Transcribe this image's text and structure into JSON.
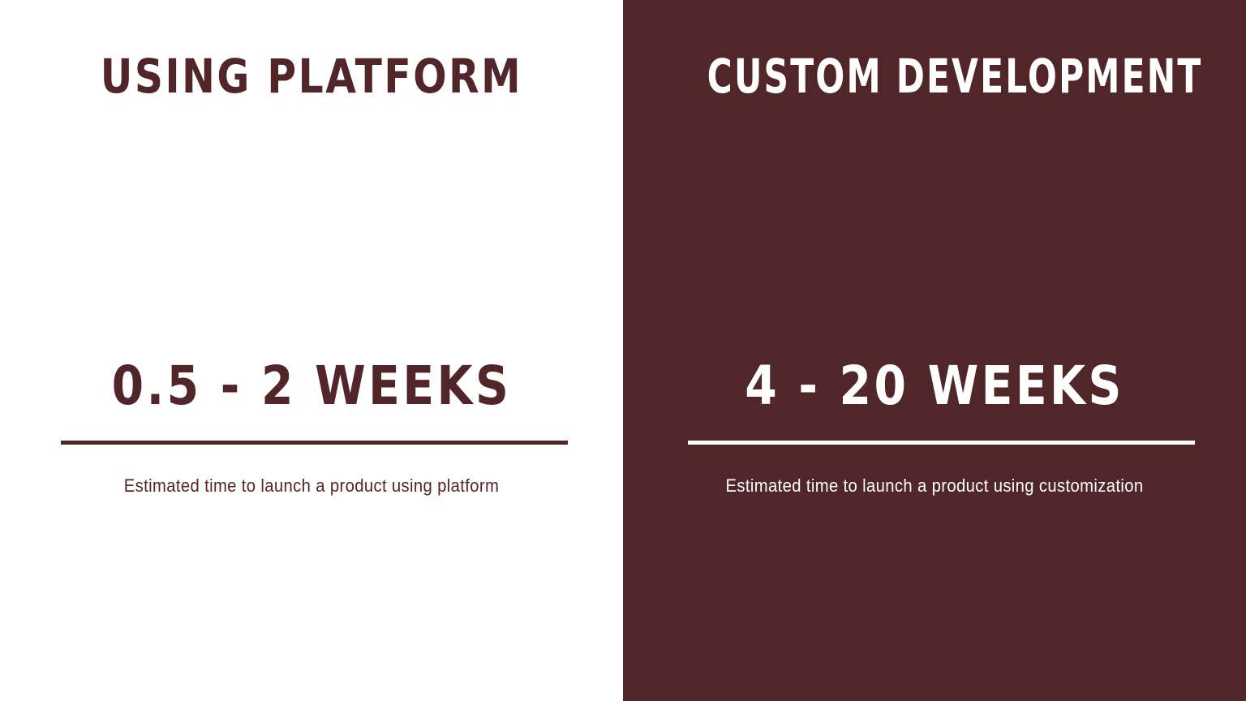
{
  "left": {
    "heading": "USING PLATFORM",
    "metric": "0.5 - 2 WEEKS",
    "caption": "Estimated time to launch a product using platform"
  },
  "right": {
    "heading": "CUSTOM DEVELOPMENT",
    "metric": "4 - 20 WEEKS",
    "caption": "Estimated time to launch a product using customization"
  },
  "colors": {
    "maroon": "#512628",
    "white": "#ffffff"
  }
}
